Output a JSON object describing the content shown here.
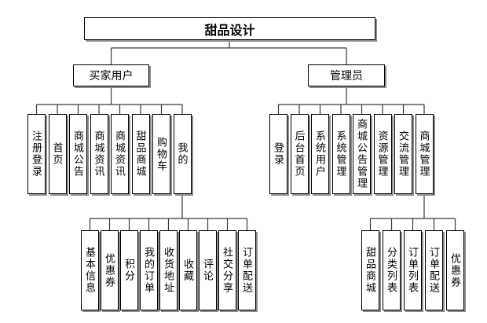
{
  "diagram": {
    "title": "甜品设计",
    "root": {
      "label": "甜品设计"
    },
    "buyer": {
      "label": "买家用户",
      "children": [
        "注册登录",
        "首页",
        "商城公告",
        "商城资讯",
        "商城资讯",
        "甜品商城",
        "购物车",
        "我的"
      ]
    },
    "buyer_my_children": [
      "基本信息",
      "优惠券",
      "积分",
      "我的订单",
      "收货地址",
      "收藏",
      "评论",
      "社交分享",
      "订单配送"
    ],
    "admin": {
      "label": "管理员",
      "children": [
        "登录",
        "后台首页",
        "系统用户",
        "系统管理",
        "商城公告管理",
        "资源管理",
        "交流管理",
        "商城管理"
      ]
    },
    "admin_mall_children": [
      "甜品商城",
      "分类列表",
      "订单列表",
      "订单配送",
      "优惠券"
    ],
    "colors": {
      "background": "#ffffff",
      "box_border": "#000000",
      "box_shadow": "#8c8c8c",
      "connector": "#3a3a3a"
    }
  }
}
